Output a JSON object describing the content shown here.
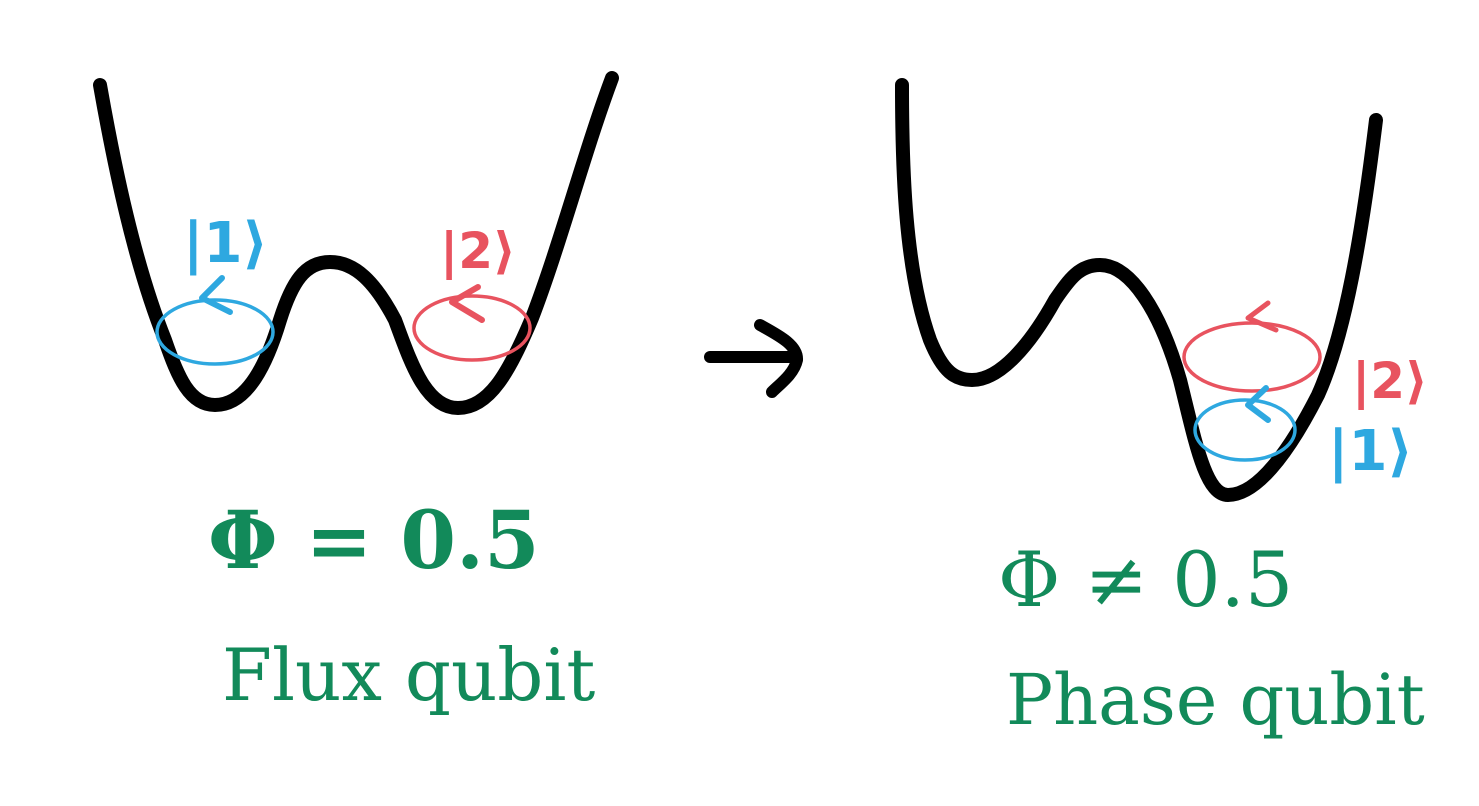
{
  "left": {
    "state_1_label": "|1⟩",
    "state_2_label": "|2⟩",
    "flux_label": "Φ = 0.5",
    "qubit_label": "Flux qubit"
  },
  "right": {
    "state_1_label": "|1⟩",
    "state_2_label": "|2⟩",
    "flux_label": "Φ ≠ 0.5",
    "qubit_label": "Phase qubit"
  },
  "colors": {
    "potential": "#000000",
    "state_1": "#2ea8e0",
    "state_2": "#e8535f",
    "text": "#128a5a"
  },
  "icons": {
    "transition": "right-arrow-icon",
    "circulation": "counterclockwise-arrow-icon"
  }
}
